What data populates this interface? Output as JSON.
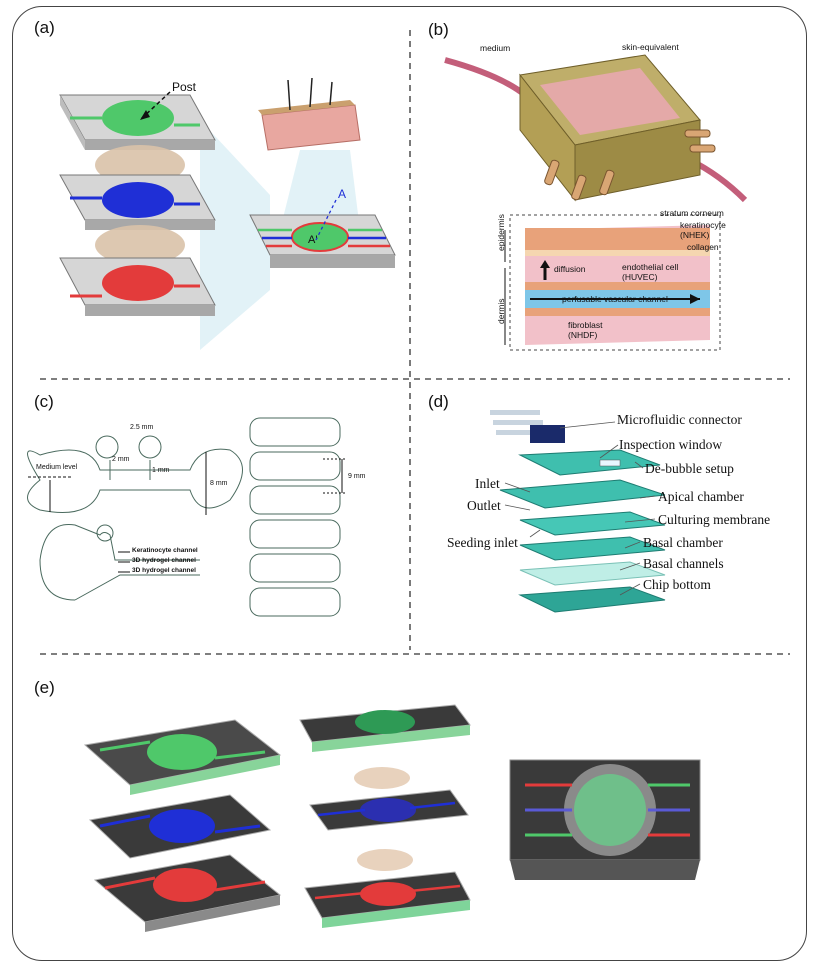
{
  "panels": {
    "a": "(a)",
    "b": "(b)",
    "c": "(c)",
    "d": "(d)",
    "e": "(e)"
  },
  "panel_a": {
    "post": "Post",
    "section_top": "A",
    "section_bottom": "A'"
  },
  "panel_b": {
    "medium": "medium",
    "skin_equivalent": "skin-equivalent",
    "stratum_corneum": "stratum corneum",
    "keratinocyte": "keratinocyte",
    "nhek": "(NHEK)",
    "collagen": "collagen",
    "epidermis": "epidermis",
    "dermis": "dermis",
    "diffusion": "diffusion",
    "endothelial": "endothelial cell",
    "huvec": "(HUVEC)",
    "vascular": "perfusable vascular channel",
    "fibroblast": "fibroblast",
    "nhdf": "(NHDF)"
  },
  "panel_c": {
    "dim_25": "2.5 mm",
    "dim_2": "2 mm",
    "dim_1": "1 mm",
    "dim_8": "8 mm",
    "dim_9": "9 mm",
    "medium_level": "Medium level",
    "keratinocyte_channel": "Keratinocyte channel",
    "hydrogel_1": "3D hydrogel channel",
    "hydrogel_2": "3D hydrogel channel"
  },
  "panel_d": {
    "connector": "Microfluidic connector",
    "inspection": "Inspection window",
    "debubble": "De-bubble setup",
    "inlet": "Inlet",
    "apical": "Apical chamber",
    "outlet": "Outlet",
    "membrane": "Culturing membrane",
    "seeding": "Seeding inlet",
    "basal_chamber": "Basal chamber",
    "basal_channels": "Basal channels",
    "chip_bottom": "Chip bottom"
  },
  "colors": {
    "green": "#4fc86a",
    "blue": "#1f2fd6",
    "red": "#e33b3b",
    "teal": "#2fb3a8",
    "skin": "#e8a7a0"
  }
}
